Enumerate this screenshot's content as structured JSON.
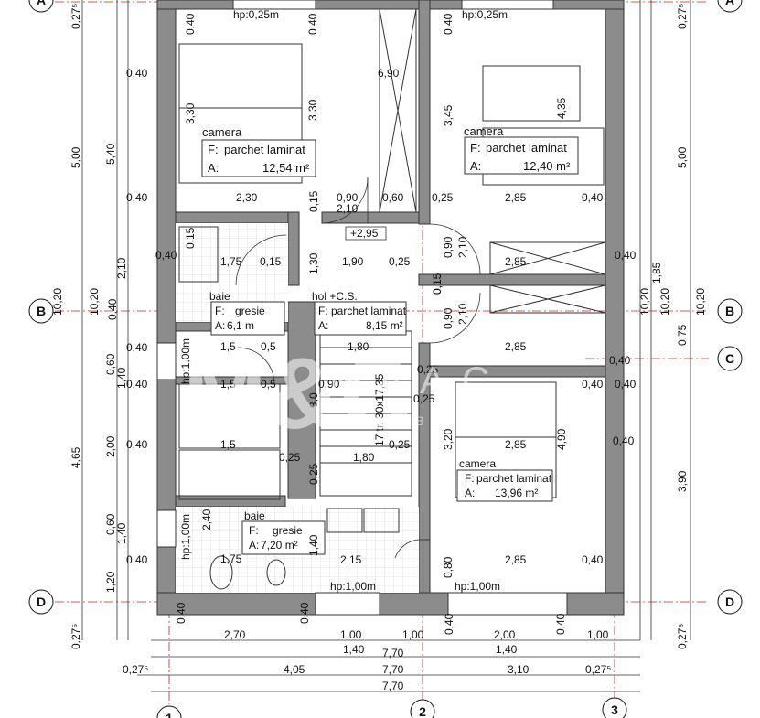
{
  "axes": {
    "letters": [
      "A",
      "B",
      "C",
      "D"
    ],
    "numbers": [
      "1",
      "2",
      "3"
    ]
  },
  "rooms": {
    "top_left": {
      "name": "camera",
      "floor_prefix": "F:",
      "floor": "parchet laminat",
      "area_prefix": "A:",
      "area": "12,54 m²"
    },
    "top_right": {
      "name": "camera",
      "floor_prefix": "F:",
      "floor": "parchet laminat",
      "area_prefix": "A:",
      "area": "12,40 m²"
    },
    "hall": {
      "name": "hol +C.S.",
      "floor_prefix": "F:",
      "floor": "parchet laminat",
      "area_prefix": "A:",
      "area": "8,15 m²"
    },
    "bath_small": {
      "name": "baie",
      "floor_prefix": "F:",
      "floor": "gresie",
      "area_prefix": "A:",
      "area": "6,1 m"
    },
    "bath_large": {
      "name": "baie",
      "floor_prefix": "F:",
      "floor": "gresie",
      "area_prefix": "A:",
      "area": "7,20 m²"
    },
    "bottom_right": {
      "name": "camera",
      "floor_prefix": "F:",
      "floor": "parchet laminat",
      "area_prefix": "A:",
      "area": "13,96 m²"
    }
  },
  "annotations": {
    "hp_top_left": "hp:0,25m",
    "hp_top_right": "hp:0,25m",
    "hp_bottom_1": "hp:1,00m",
    "hp_bottom_2": "hp:1,00m",
    "hp_bath_large": "hp:1,00m",
    "hp_bath_small": "hp:1,00m",
    "level": "+2,95",
    "stairs": "17 tr. 30x17,35",
    "stairs_run": "3,0"
  },
  "dims_bottom": {
    "row1": [
      "2,70",
      "1,00",
      "1,00",
      "2,00",
      "1,00"
    ],
    "row1_small": [
      "0,40",
      "0,40",
      "0,40",
      "0,40"
    ],
    "row2": [
      "1,40",
      "7,70",
      "1,40"
    ],
    "row3": [
      "0,27⁵",
      "4,05",
      "7,70",
      "3,10",
      "0,27⁵"
    ],
    "row4": [
      "7,70"
    ]
  },
  "dims_left": [
    "0,27⁵",
    "0,40",
    "5,00",
    "5,40",
    "0,40",
    "0,40",
    "2,10",
    "10,20",
    "10,20",
    "0,40",
    "0,40",
    "0,60",
    "1,40",
    "0,40",
    "4,65",
    "2,00",
    "0,40",
    "0,60",
    "1,40",
    "0,40",
    "1,20",
    "0,27⁵"
  ],
  "dims_right": [
    "0,27⁵",
    "5,00",
    "0,40",
    "1,85",
    "10,20",
    "10,20",
    "10,20",
    "0,75",
    "0,40",
    "3,90",
    "0,27⁵"
  ],
  "dims_interior": [
    "0,40",
    "0,40",
    "6,90",
    "3,30",
    "3,30",
    "3,45",
    "0,40",
    "4,35",
    "2,30",
    "0,15",
    "0,90",
    "0,60",
    "0,25",
    "2,85",
    "0,40",
    "2,10",
    "0,15",
    "1,75",
    "0,15",
    "1,30",
    "1,90",
    "0,25",
    "0,90",
    "2,10",
    "2,85",
    "0,15",
    "0,15",
    "0,90",
    "2,10",
    "1,80",
    "2,85",
    "1,5",
    "0,5",
    "1,5",
    "0,5",
    "0,90",
    "0,25",
    "0,25",
    "0,40",
    "1,5",
    "0,25",
    "1,80",
    "3,20",
    "4,90",
    "2,85",
    "0,40",
    "0,25",
    "2,40",
    "1,75",
    "1,40",
    "2,15",
    "0,80",
    "2,85",
    "0,40",
    "0,40"
  ],
  "watermark": {
    "logo": "M&C",
    "text": "MAAC",
    "sub": "IMOBILIARE"
  },
  "colors": {
    "wall": "#8c8c8c",
    "wall_dark": "#555555",
    "axis": "#cc2222",
    "line": "#222222",
    "tile": "#bdbdbd"
  }
}
